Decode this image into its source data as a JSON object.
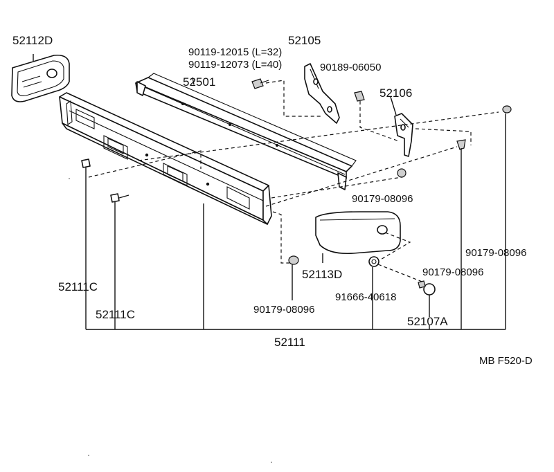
{
  "diagram": {
    "code": "MB F520-D",
    "parts": {
      "p52112D": "52112D",
      "p52105": "52105",
      "p90119a": "90119-12015 (L=32)",
      "p90119b": "90119-12073 (L=40)",
      "p90189": "90189-06050",
      "p52501": "52501",
      "p52106": "52106",
      "p90179_mid": "90179-08096",
      "p90179_right_top": "90179-08096",
      "p90179_right_mid": "90179-08096",
      "p90179_bottom": "90179-08096",
      "p52113D": "52113D",
      "p52111C_a": "52111C",
      "p52111C_b": "52111C",
      "p91666": "91666-40618",
      "p52107A": "52107A",
      "p52111": "52111"
    }
  }
}
